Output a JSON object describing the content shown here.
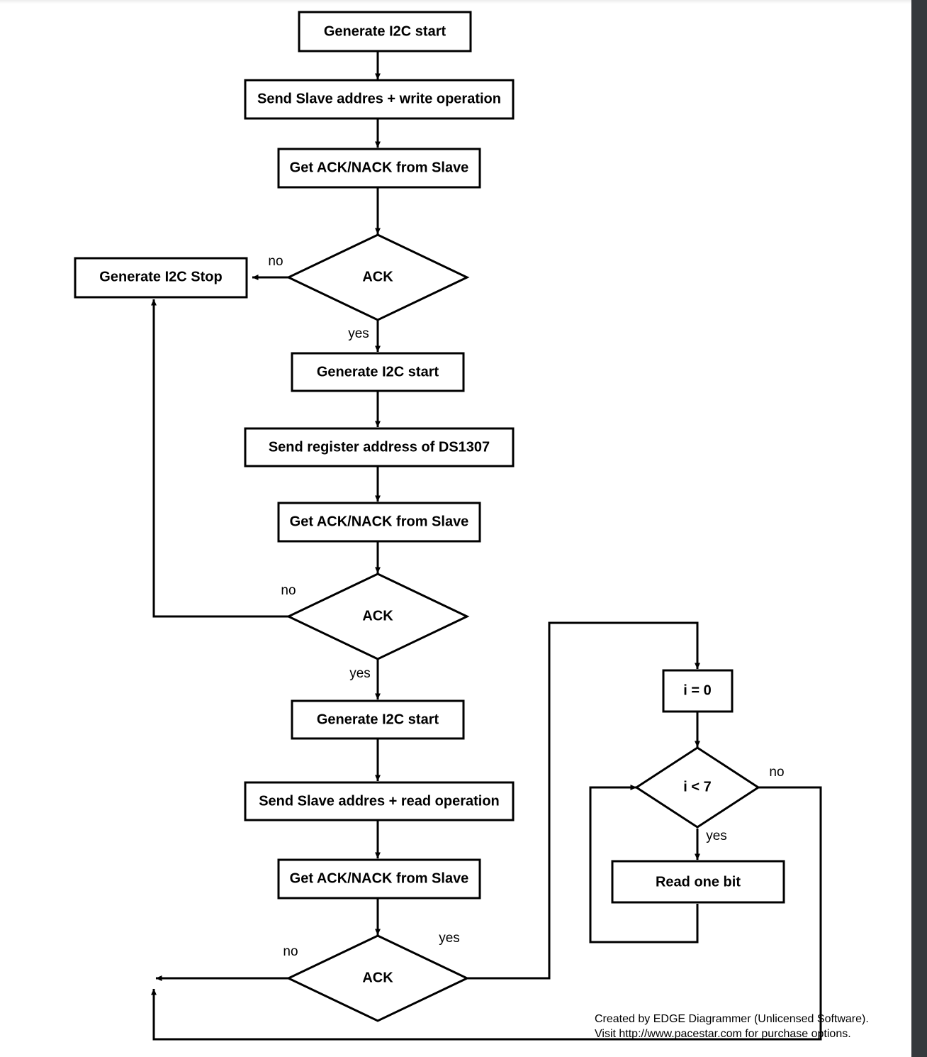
{
  "diagram": {
    "title": "I2C read sequence flowchart (DS1307)",
    "colors": {
      "shape_fill": "#ffffff",
      "stroke": "#000000",
      "page_edge": "#35393d"
    },
    "nodes": {
      "start1": "Generate I2C start",
      "send_addr_write": "Send Slave addres + write operation",
      "get_ack1": "Get ACK/NACK from Slave",
      "ack1": "ACK",
      "stop": "Generate I2C Stop",
      "start2": "Generate I2C start",
      "send_reg_addr": "Send register address of DS1307",
      "get_ack2": "Get ACK/NACK from Slave",
      "ack2": "ACK",
      "start3": "Generate I2C start",
      "send_addr_read": "Send Slave addres + read operation",
      "get_ack3": "Get ACK/NACK from Slave",
      "ack3": "ACK",
      "i_init": "i = 0",
      "i_cond": "i < 7",
      "read_bit": "Read one bit"
    },
    "edge_labels": {
      "ack1_no": "no",
      "ack1_yes": "yes",
      "ack2_no": "no",
      "ack2_yes": "yes",
      "ack3_no": "no",
      "ack3_yes": "yes",
      "icond_no": "no",
      "icond_yes": "yes"
    },
    "footer": {
      "line1": "Created by EDGE Diagrammer (Unlicensed Software).",
      "line2": "Visit http://www.pacestar.com for purchase options."
    }
  }
}
